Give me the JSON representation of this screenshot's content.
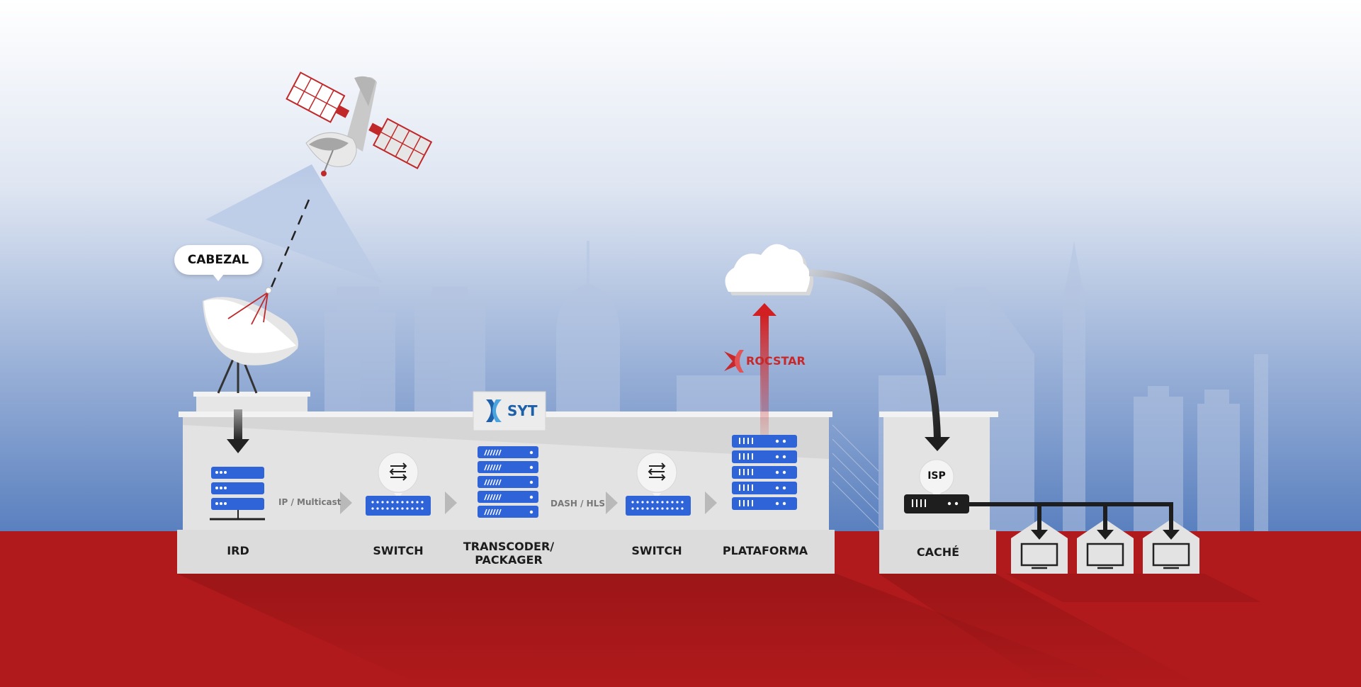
{
  "callout": {
    "text": "CABEZAL"
  },
  "stages": {
    "ird": "IRD",
    "switch1": "SWITCH",
    "transcoder_line1": "TRANSCODER/",
    "transcoder_line2": "PACKAGER",
    "switch2": "SWITCH",
    "plataforma": "PLATAFORMA",
    "cache": "CACHÉ"
  },
  "links": {
    "ip_multicast": "IP / Multicast",
    "dash_hls": "DASH / HLS"
  },
  "badges": {
    "syt": "SYT",
    "rocstar": "ROCSTAR",
    "isp": "ISP"
  },
  "colors": {
    "accent_red": "#b81c1e",
    "server_blue": "#2f63d8",
    "sky_top": "#ffffff",
    "sky_bottom": "#5a80bf",
    "ground_red": "#b01a1c"
  },
  "icons": [
    "satellite-icon",
    "dish-antenna-icon",
    "cloud-icon",
    "server-rack-icon",
    "switch-icon",
    "tv-icon",
    "house-icon",
    "arrows-exchange-icon"
  ]
}
